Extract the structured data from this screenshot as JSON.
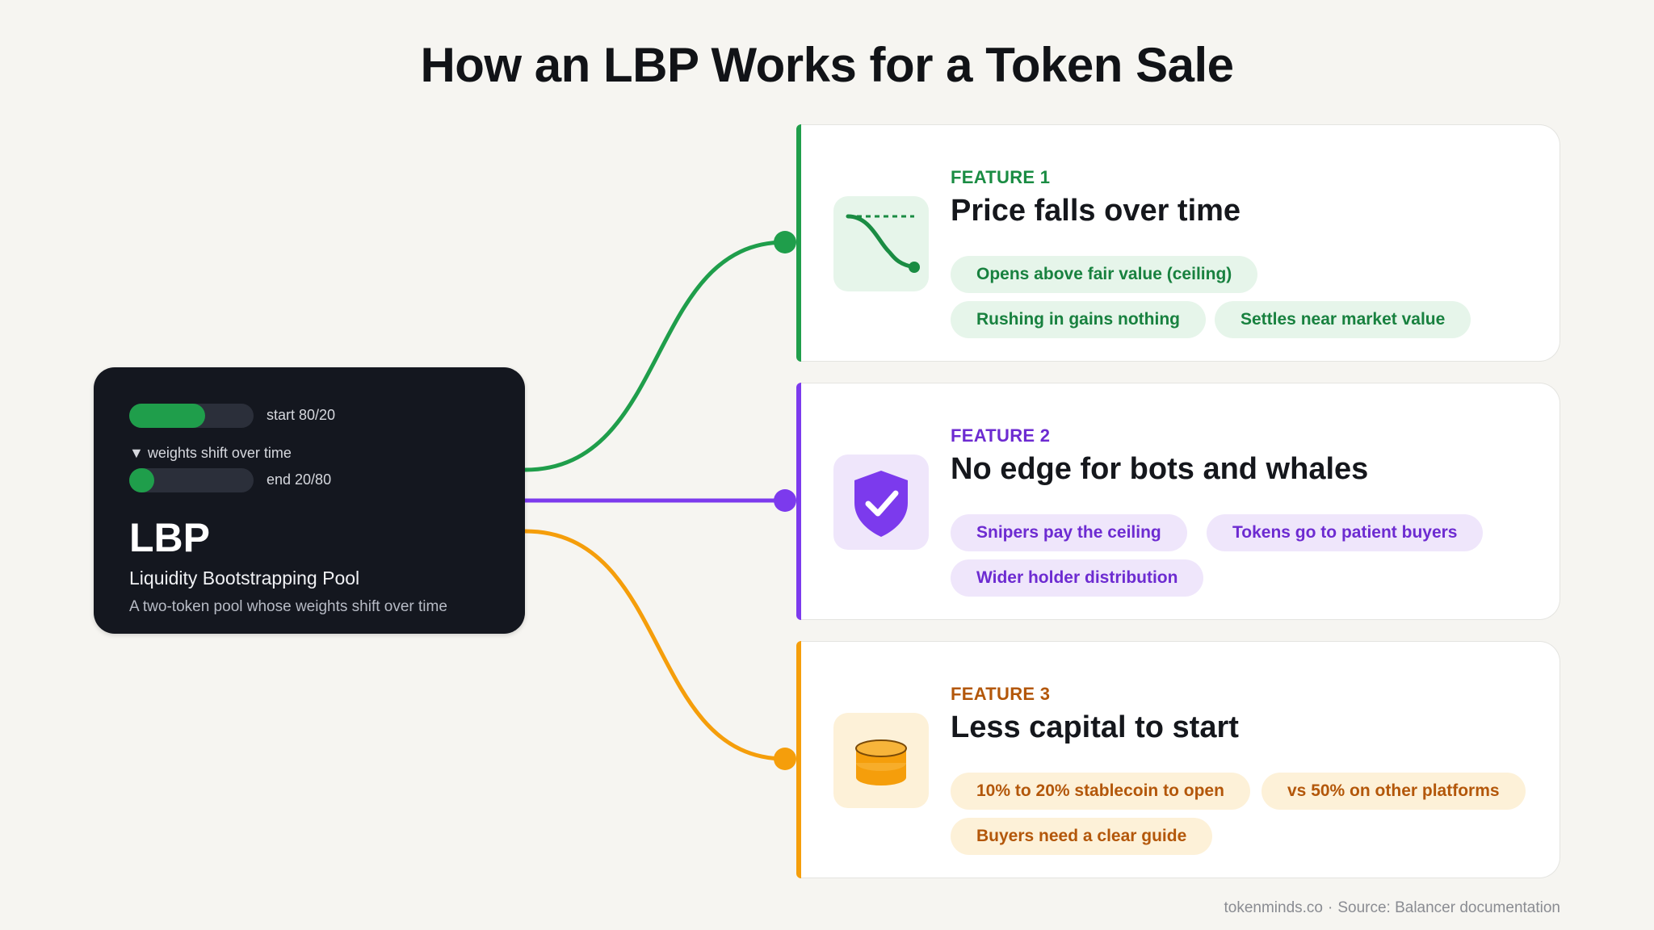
{
  "title": "How an LBP Works for a Token Sale",
  "lbp": {
    "start_label": "start 80/20",
    "start_fraction": 0.61,
    "shift_label": "▼ weights shift over time",
    "end_label": "end 20/80",
    "end_fraction": 0.2,
    "name": "LBP",
    "full_name": "Liquidity Bootstrapping Pool",
    "description": "A two-token pool whose weights shift over time"
  },
  "features": [
    {
      "label": "FEATURE 1",
      "title": "Price falls over time",
      "color": "#1f9e4b",
      "icon": "price-decline-chart-icon",
      "chips": [
        "Opens above fair value (ceiling)",
        "Rushing in gains nothing",
        "Settles near market value"
      ]
    },
    {
      "label": "FEATURE 2",
      "title": "No edge for bots and whales",
      "color": "#7c3aed",
      "icon": "shield-check-icon",
      "chips": [
        "Snipers pay the ceiling",
        "Tokens go to patient buyers",
        "Wider holder distribution"
      ]
    },
    {
      "label": "FEATURE 3",
      "title": "Less capital to start",
      "color": "#f59e0b",
      "icon": "coin-stack-icon",
      "chips": [
        "10% to 20% stablecoin to open",
        "vs 50% on other platforms",
        "Buyers need a clear guide"
      ]
    }
  ],
  "footer": {
    "site": "tokenminds.co",
    "separator": "·",
    "source": "Source: Balancer documentation"
  },
  "colors": {
    "background": "#f6f5f1",
    "lbp_card": "#14171f",
    "green": "#1f9e4b",
    "purple": "#7c3aed",
    "orange": "#f59e0b"
  }
}
